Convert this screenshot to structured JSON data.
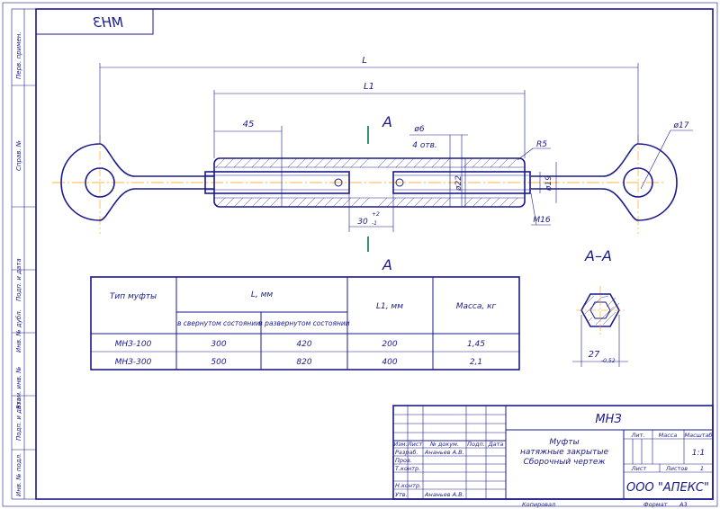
{
  "drawing": {
    "mirrored_code": "МНЗ",
    "dims": {
      "L": "L",
      "L1": "L1",
      "d45": "45",
      "d6": "ø6",
      "holes": "4 отв.",
      "r5": "R5",
      "d22": "ø22",
      "d19": "ø19",
      "d17": "ø17",
      "m16": "M16",
      "d30": "30",
      "tol30_up": "+2",
      "tol30_dn": "-1",
      "section_mark_top": "A",
      "section_mark_bottom": "A",
      "section_title": "А–А",
      "d27": "27",
      "tol27": "-0,52"
    }
  },
  "sidebar": {
    "labels": [
      "Перв. примен.",
      "Справ. №",
      "Подп. и дата",
      "Инв. № дубл.",
      "Взам. инв. №",
      "Подп. и дата",
      "Инв. № подл."
    ]
  },
  "spec_table": {
    "header": {
      "type": "Тип муфты",
      "L": "L, мм",
      "folded": "в свернутом состоянии",
      "unfolded": "в развернутом состоянии",
      "L1": "L1, мм",
      "mass": "Масса, кг"
    },
    "rows": [
      {
        "type": "МНЗ-100",
        "folded": "300",
        "unfolded": "420",
        "L1": "200",
        "mass": "1,45"
      },
      {
        "type": "МНЗ-300",
        "folded": "500",
        "unfolded": "820",
        "L1": "400",
        "mass": "2,1"
      }
    ]
  },
  "title_block": {
    "code": "МНЗ",
    "name_line1": "Муфты",
    "name_line2": "натяжные закрытые",
    "name_line3": "Сборочный чертеж",
    "lit": "Лит.",
    "mass": "Масса",
    "scale": "Масштаб",
    "scale_value": "1:1",
    "sheet": "Лист",
    "sheets": "Листов",
    "sheets_value": "1",
    "company": "ООО \"АПЕКС\"",
    "col_izm": "Изм.",
    "col_list": "Лист",
    "col_doc": "№ докум.",
    "col_podp": "Подп.",
    "col_data": "Дата",
    "razrab": "Разраб.",
    "razrab_name": "Ананьев А.В.",
    "prov": "Пров.",
    "tkontr": "Т.контр.",
    "nkontr": "Н.контр.",
    "utv": "Утв.",
    "utv_name": "Ананьев А.В.",
    "kopiroval": "Копировал",
    "format": "Формат",
    "format_value": "А3"
  }
}
